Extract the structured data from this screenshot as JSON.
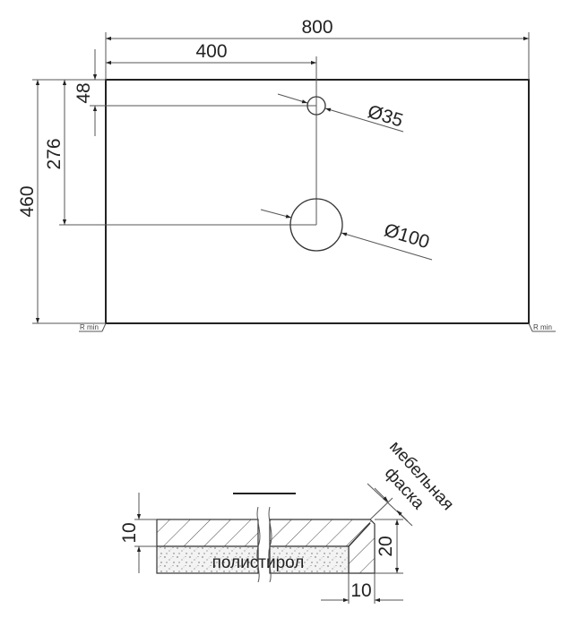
{
  "drawing": {
    "type": "technical-drawing",
    "plan_view": {
      "overall_width": {
        "label": "800"
      },
      "hole_offset_x": {
        "label": "400"
      },
      "overall_depth": {
        "label": "460"
      },
      "large_hole_offset_y": {
        "label": "276"
      },
      "small_hole_offset_y": {
        "label": "48"
      },
      "small_hole_diameter": {
        "label": "Ø35"
      },
      "large_hole_diameter": {
        "label": "Ø100"
      },
      "corner_note_left": {
        "label": "R min"
      },
      "corner_note_right": {
        "label": "R min"
      }
    },
    "section_view": {
      "top_layer_thickness": {
        "label": "10"
      },
      "edge_height": {
        "label": "20"
      },
      "edge_width": {
        "label": "10"
      },
      "core_material": {
        "label": "полистирол"
      },
      "chamfer_note_line1": {
        "label": "мебельная"
      },
      "chamfer_note_line2": {
        "label": "фаска"
      }
    }
  },
  "colors": {
    "line": "#222222",
    "thin_line": "#555555",
    "background": "#ffffff"
  }
}
